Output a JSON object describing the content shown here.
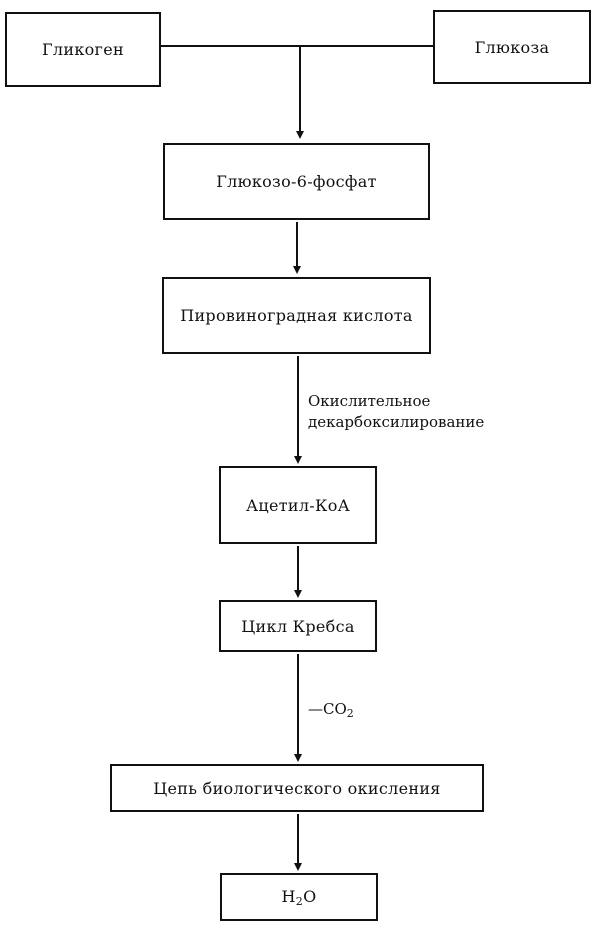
{
  "boxes": {
    "glycogen": "Гликоген",
    "glucose": "Глюкоза",
    "g6p": "Глюкозо-6-фосфат",
    "pyruvate": "Пировиноградная  кислота",
    "acetyl_coa": "Ацетил-КоА",
    "krebs": "Цикл  Кребса",
    "chain": "Цепь  биологического  окисления",
    "water_base": "H",
    "water_sub": "2",
    "water_end": "O"
  },
  "annotations": {
    "oxidative_line1": "Окислительное",
    "oxidative_line2": "декарбоксилирование",
    "co2_prefix": "—CO",
    "co2_sub": "2"
  }
}
